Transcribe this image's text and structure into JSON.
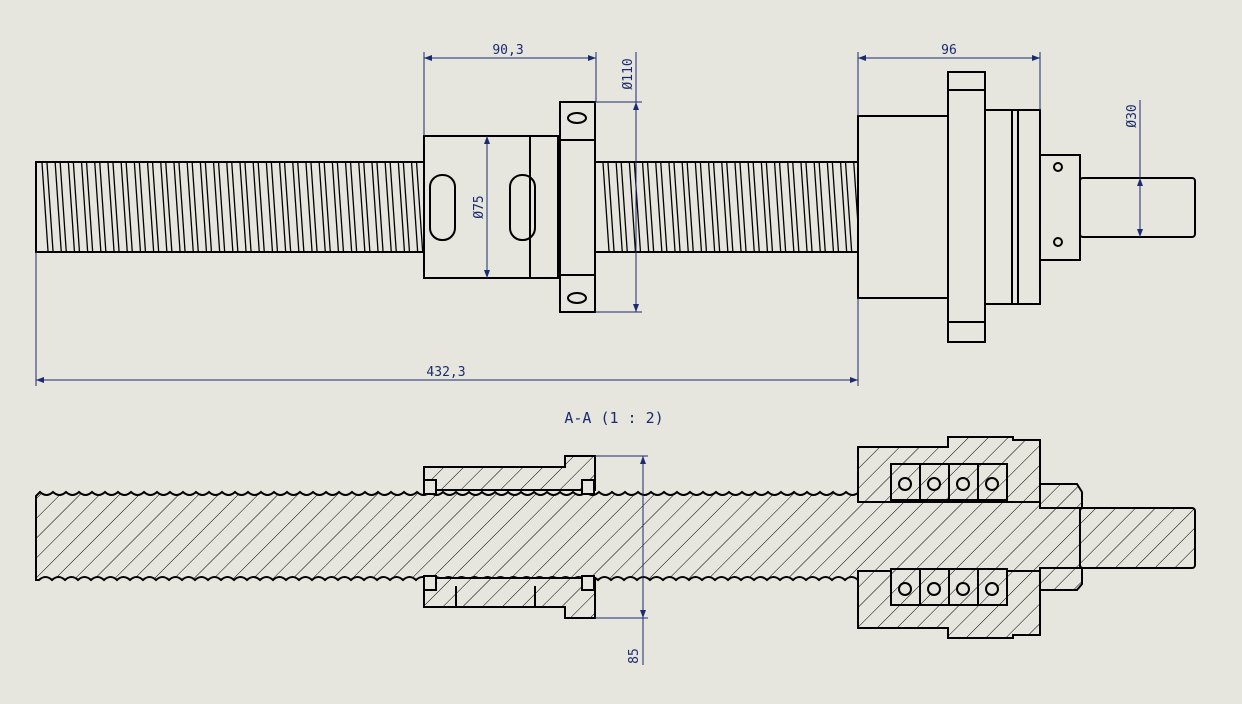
{
  "drawing": {
    "dimensions": {
      "nut_length": "90,3",
      "flange_diameter": "Ø110",
      "nut_diameter": "Ø75",
      "bearing_block_length": "96",
      "shaft_end_diameter": "Ø30",
      "screw_length": "432,3",
      "section_height": "85"
    },
    "section_label": "A-A (1 : 2)",
    "colors": {
      "background": "#e6e6de",
      "dimension": "#1c2b6e",
      "outline": "#000000"
    }
  }
}
